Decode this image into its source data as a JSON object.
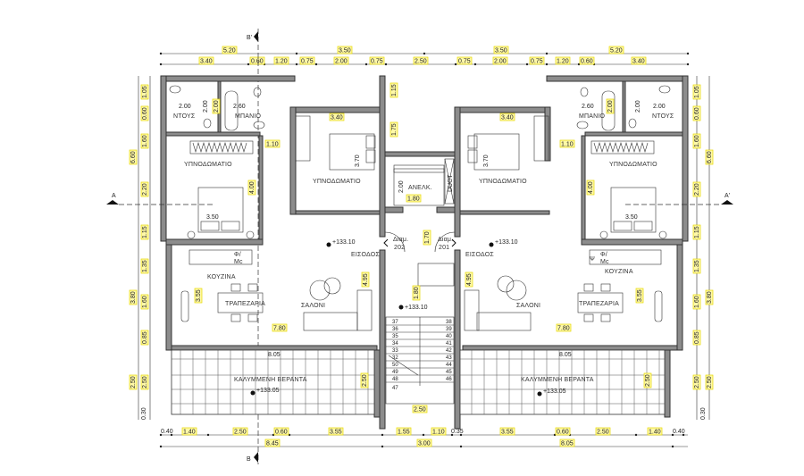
{
  "drawing": {
    "type": "architectural-floor-plan",
    "section_markers": {
      "top": "B'",
      "bottom": "B",
      "left": "A",
      "right": "A'"
    },
    "dimensions": {
      "top_outer": [
        "5.20",
        "3.50",
        "3.50",
        "5.20"
      ],
      "top_inner": [
        "3.40",
        "0.60",
        "1.20",
        "0.75",
        "2.00",
        "0.75",
        "2.50",
        "0.75",
        "2.00",
        "0.75",
        "1.20",
        "0.60",
        "3.40"
      ],
      "bottom_inner": [
        "0.40",
        "1.40",
        "2.50",
        "0.60",
        "3.55",
        "1.55",
        "1.10",
        "0.35",
        "3.55",
        "0.60",
        "2.50",
        "1.40",
        "0.40"
      ],
      "bottom_outer": [
        "8.45",
        "3.00",
        "8.05"
      ],
      "left_outer": [
        "6.60",
        "3.80",
        "2.50",
        "0.30"
      ],
      "left_inner": [
        "1.05",
        "0.60",
        "1.60",
        "2.20",
        "1.15",
        "1.35",
        "1.60",
        "0.85",
        "2.50"
      ],
      "right_outer": [
        "6.60",
        "3.80",
        "2.50",
        "0.30"
      ],
      "right_inner": [
        "1.05",
        "0.60",
        "1.60",
        "2.20",
        "1.15",
        "1.35",
        "1.60",
        "0.85",
        "2.50"
      ]
    },
    "left_unit": {
      "rooms": {
        "shower": "ΝΤΟΥΣ",
        "bath": "ΜΠΑΝΙΟ",
        "bedroom1": "ΥΠΝΟΔΩΜΑΤΙΟ",
        "bedroom2": "ΥΠΝΟΔΩΜΑΤΙΟ",
        "kitchen": "ΚΟΥΖΙΝΑ",
        "dining": "ΤΡΑΠΕΖΑΡΙΑ",
        "living": "ΣΑΛΟΝΙ",
        "entrance": "ΕΙΣΟΔΟΣ",
        "veranda": "ΚΑΛΥΜΜΕΝΗ ΒΕΡΑΝΤΑ",
        "appliance": "Φ/\nMc"
      },
      "room_dims": {
        "shower_w": "2.00",
        "shower_h": "2.00",
        "bath_w": "2.60",
        "bath_h": "2.00",
        "corridor": "1.10",
        "bed1_w": "3.50",
        "bed1_h": "4.00",
        "bed2_w": "3.40",
        "bed2_h": "3.70",
        "kitchen_h": "3.55",
        "living_w": "7.80",
        "living_h": "4.95",
        "veranda_w": "8.05",
        "veranda_h": "2.50"
      },
      "levels": {
        "entrance": "+133.10",
        "veranda": "+133.05"
      },
      "apartment": {
        "label": "Διαμ.",
        "number": "202"
      }
    },
    "right_unit": {
      "rooms": {
        "shower": "ΝΤΟΥΣ",
        "bath": "ΜΠΑΝΙΟ",
        "bedroom1": "ΥΠΝΟΔΩΜΑΤΙΟ",
        "bedroom2": "ΥΠΝΟΔΩΜΑΤΙΟ",
        "kitchen": "ΚΟΥΖΙΝΑ",
        "dining": "ΤΡΑΠΕΖΑΡΙΑ",
        "living": "ΣΑΛΟΝΙ",
        "entrance": "ΕΙΣΟΔΟΣ",
        "veranda": "ΚΑΛΥΜΜΕΝΗ ΒΕΡΑΝΤΑ",
        "appliance": "Φ/\nMc"
      },
      "room_dims": {
        "shower_w": "2.00",
        "shower_h": "2.00",
        "bath_w": "2.60",
        "bath_h": "2.00",
        "corridor": "1.10",
        "bed1_w": "3.50",
        "bed1_h": "4.00",
        "bed2_w": "3.40",
        "bed2_h": "3.70",
        "kitchen_h": "3.55",
        "living_w": "7.80",
        "living_h": "4.95",
        "veranda_w": "8.05",
        "veranda_h": "2.50"
      },
      "levels": {
        "entrance": "+133.10",
        "veranda": "+133.05"
      },
      "apartment": {
        "label": "Διαμ.",
        "number": "201"
      }
    },
    "core": {
      "elevator": "ΑΝΕΛΚ.",
      "elevator_w": "1.80",
      "elevator_h": "2.00",
      "duct": "DUCT",
      "lobby_depth": "1.70",
      "stair_landing": "1.80",
      "stair_width": "2.50",
      "top_gap_1": "1.15",
      "top_gap_2": "1.75",
      "level": "+133.10",
      "stairs_left": [
        "37",
        "36",
        "35",
        "34",
        "33",
        "32",
        "50",
        "49",
        "48",
        "47"
      ],
      "stairs_right": [
        "38",
        "39",
        "40",
        "41",
        "42",
        "43",
        "44",
        "45",
        "46"
      ]
    }
  }
}
